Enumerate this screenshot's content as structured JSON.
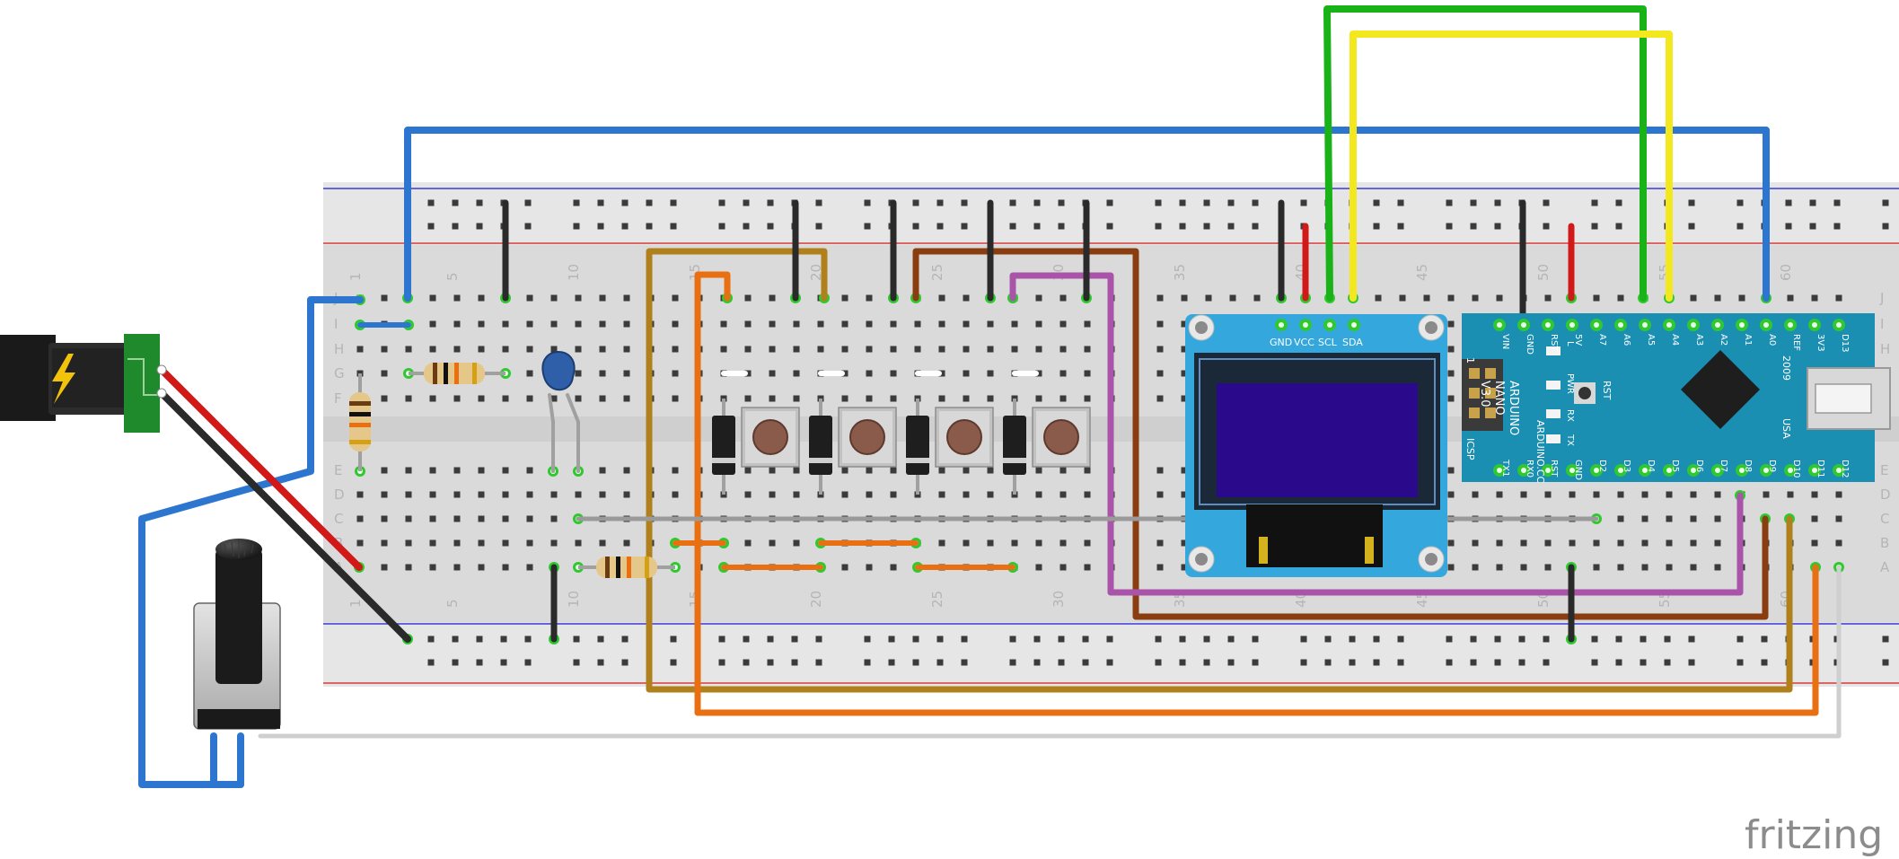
{
  "breadboard": {
    "column_numbers": [
      "1",
      "5",
      "10",
      "15",
      "20",
      "25",
      "30",
      "35",
      "40",
      "45",
      "50",
      "55",
      "60"
    ],
    "row_letters_top": [
      "J",
      "I",
      "H",
      "G",
      "F"
    ],
    "row_letters_bottom": [
      "E",
      "D",
      "C",
      "B",
      "A"
    ]
  },
  "oled": {
    "pins": [
      "GND",
      "VCC",
      "SCL",
      "SDA"
    ]
  },
  "arduino": {
    "top_pins": [
      "D12",
      "D11",
      "D10",
      "D9",
      "D8",
      "D7",
      "D6",
      "D5",
      "D4",
      "D3",
      "D2",
      "GND",
      "RST",
      "RX0",
      "TX1"
    ],
    "bottom_pins": [
      "D13",
      "3V3",
      "REF",
      "A0",
      "A1",
      "A2",
      "A3",
      "A4",
      "A5",
      "A6",
      "A7",
      "5V",
      "RST",
      "GND",
      "VIN"
    ],
    "board_text": [
      "ARDUINO",
      "NANO",
      "V3.0"
    ],
    "site": "ARDUINO.CC",
    "year": "2009",
    "country": "USA",
    "icsp": "ICSP",
    "led_labels": [
      "L",
      "PWR",
      "RX",
      "TX"
    ],
    "reset_label": "RST",
    "pin1": "1"
  },
  "brand": "fritzing",
  "colors": {
    "blue": "#2d76cf",
    "red": "#d11919",
    "black": "#2a2a2a",
    "green": "#19b319",
    "yellow": "#f2e81d",
    "brown_dark": "#8a3d10",
    "ochre": "#b0801c",
    "orange": "#e86f12",
    "purple": "#a954a8",
    "gray": "#9a9a9a",
    "arduino_blue": "#1b8fb2",
    "oled_blue": "#34a7dc",
    "oled_screen": "#2a0a8a",
    "jack_green": "#1e8a2c"
  }
}
